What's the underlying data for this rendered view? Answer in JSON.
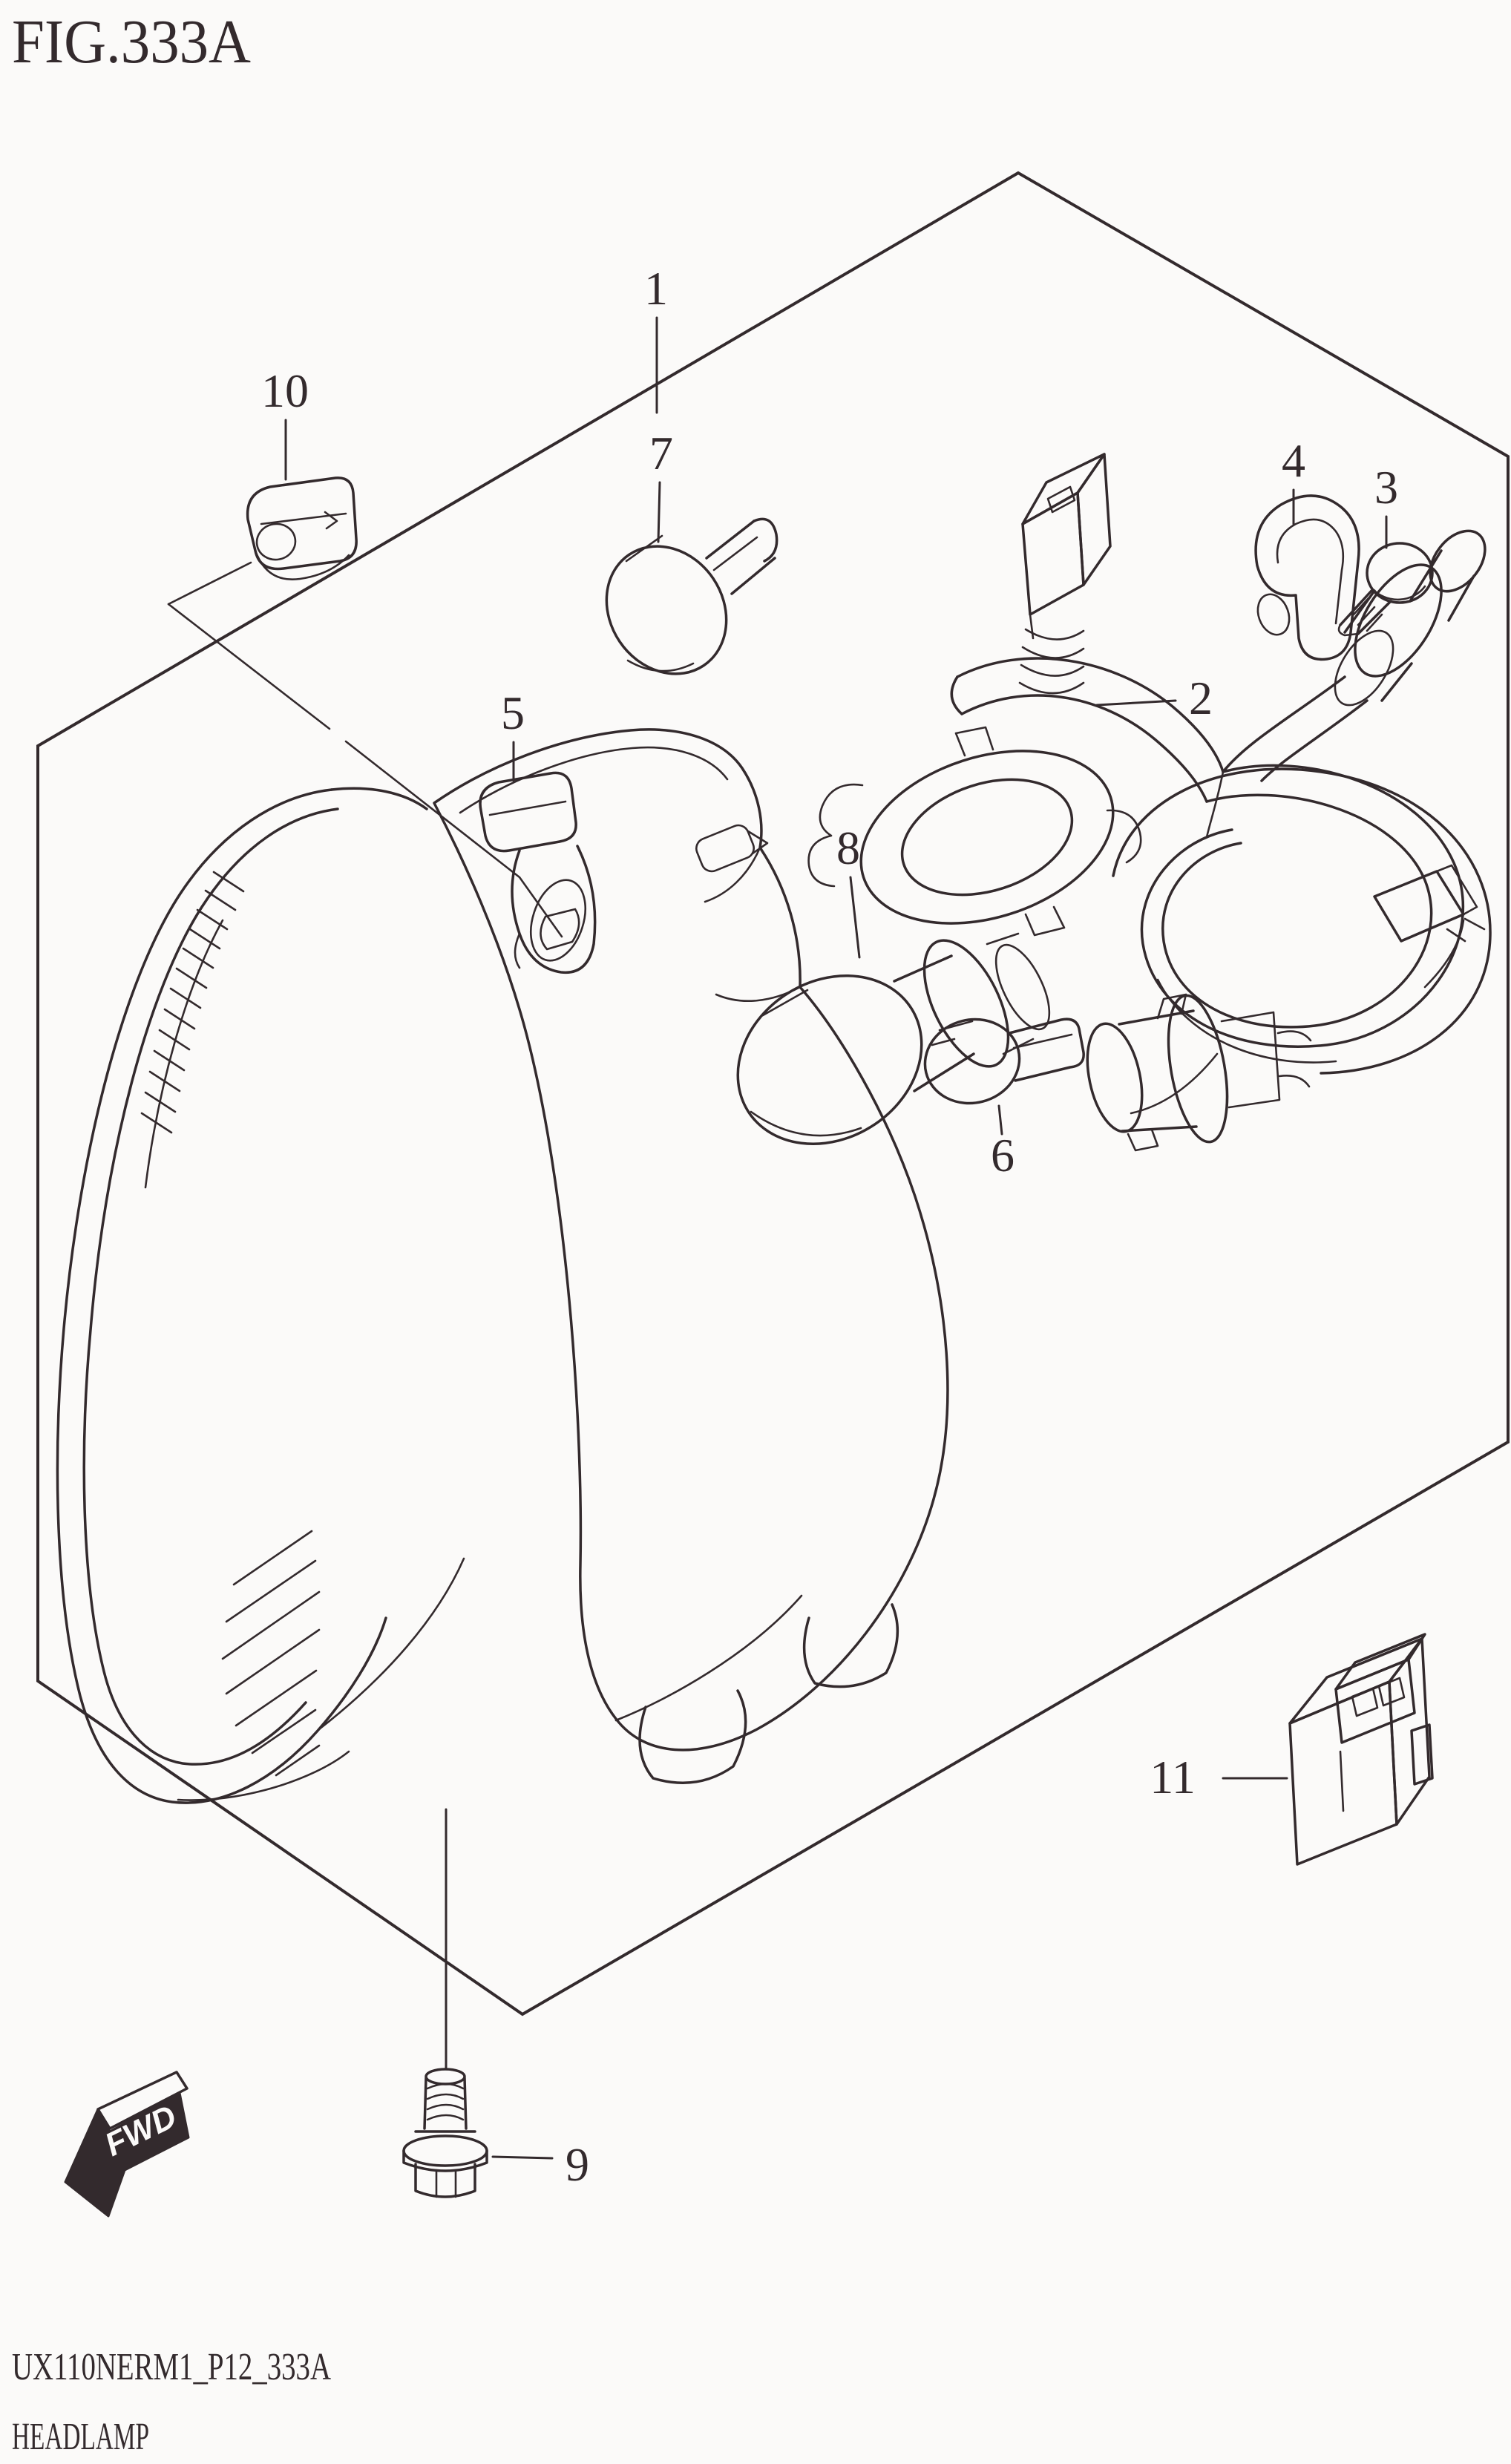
{
  "page": {
    "background": "#fbfaf9",
    "ink": "#332a2d"
  },
  "title": "FIG.333A",
  "footer": {
    "code": "UX110NERM1_P12_333A",
    "name": "HEADLAMP"
  },
  "direction_marker": {
    "label": "FWD"
  },
  "callouts": [
    {
      "ref": "1"
    },
    {
      "ref": "2"
    },
    {
      "ref": "3"
    },
    {
      "ref": "4"
    },
    {
      "ref": "5"
    },
    {
      "ref": "6"
    },
    {
      "ref": "7"
    },
    {
      "ref": "8"
    },
    {
      "ref": "9"
    },
    {
      "ref": "10"
    },
    {
      "ref": "11"
    }
  ]
}
